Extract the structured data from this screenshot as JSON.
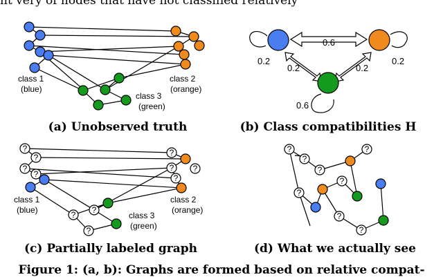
{
  "header_fragment": "nt very of nodes that have not classified relatively",
  "panels": {
    "a": {
      "caption": "(a) Unobserved truth",
      "labels": {
        "c1a": "class 1",
        "c1b": "(blue)",
        "c2a": "class 2",
        "c2b": "(orange)",
        "c3a": "class 3",
        "c3b": "(green)"
      }
    },
    "b": {
      "caption": "(b) Class compatibilities H",
      "values": {
        "top": "0.6",
        "self_blue": "0.2",
        "self_orange": "0.2",
        "blue_green": "0.2",
        "orange_green": "0.2",
        "self_green": "0.6"
      }
    },
    "c": {
      "caption": "(c) Partially labeled graph",
      "labels": {
        "c1a": "class 1",
        "c1b": "(blue)",
        "c2a": "class 2",
        "c2b": "(orange)",
        "c3a": "class 3",
        "c3b": "(green)"
      },
      "unknown_mark": "?"
    },
    "d": {
      "caption": "(d) What we actually see",
      "unknown_mark": "?"
    }
  },
  "figure_caption_fragment": "Figure 1: (a, b): Graphs are formed based on relative compat-",
  "colors": {
    "blue": "#4a7ef0",
    "orange": "#ee8a1e",
    "green": "#149a1c",
    "outline": "#000000"
  }
}
